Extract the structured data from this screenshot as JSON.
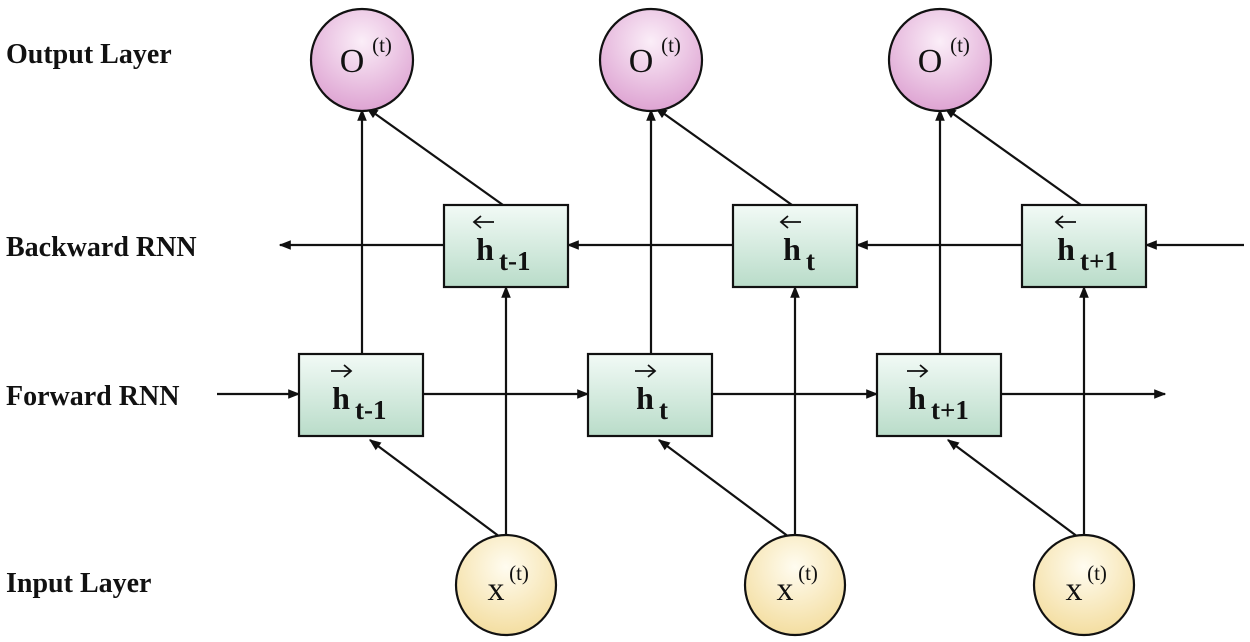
{
  "layers": {
    "output": "Output Layer",
    "backward": "Backward RNN",
    "forward": "Forward RNN",
    "input": "Input Layer"
  },
  "output_nodes": [
    {
      "base": "O",
      "sup": "(t)"
    },
    {
      "base": "O",
      "sup": "(t)"
    },
    {
      "base": "O",
      "sup": "(t)"
    }
  ],
  "input_nodes": [
    {
      "base": "x",
      "sup": "(t)"
    },
    {
      "base": "x",
      "sup": "(t)"
    },
    {
      "base": "x",
      "sup": "(t)"
    }
  ],
  "backward_cells": [
    {
      "base": "h",
      "sub": "t-1",
      "direction": "left"
    },
    {
      "base": "h",
      "sub": "t",
      "direction": "left"
    },
    {
      "base": "h",
      "sub": "t+1",
      "direction": "left"
    }
  ],
  "forward_cells": [
    {
      "base": "h",
      "sub": "t-1",
      "direction": "right"
    },
    {
      "base": "h",
      "sub": "t",
      "direction": "right"
    },
    {
      "base": "h",
      "sub": "t+1",
      "direction": "right"
    }
  ],
  "colors": {
    "output_node": "#e2a8d6",
    "input_node": "#f6e2a6",
    "cell": "#cfe8dc",
    "stroke": "#111111"
  }
}
